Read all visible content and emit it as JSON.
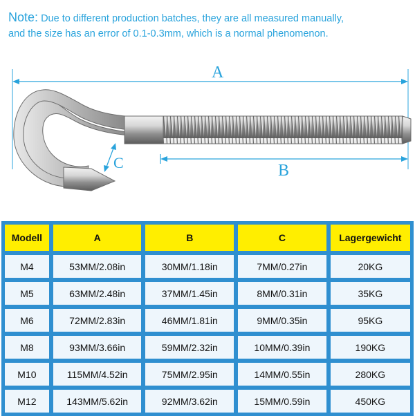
{
  "note": {
    "heading": "Note:",
    "line1": "Due to different production batches, they are all measured manually,",
    "line2": "and the size has an error of 0.1-0.3mm, which is a normal phenomenon."
  },
  "diagram": {
    "label_a": "A",
    "label_b": "B",
    "label_c": "C"
  },
  "table": {
    "headers": [
      "Modell",
      "A",
      "B",
      "C",
      "Lagergewicht"
    ],
    "rows": [
      [
        "M4",
        "53MM/2.08in",
        "30MM/1.18in",
        "7MM/0.27in",
        "20KG"
      ],
      [
        "M5",
        "63MM/2.48in",
        "37MM/1.45in",
        "8MM/0.31in",
        "35KG"
      ],
      [
        "M6",
        "72MM/2.83in",
        "46MM/1.81in",
        "9MM/0.35in",
        "95KG"
      ],
      [
        "M8",
        "93MM/3.66in",
        "59MM/2.32in",
        "10MM/0.39in",
        "190KG"
      ],
      [
        "M10",
        "115MM/4.52in",
        "75MM/2.95in",
        "14MM/0.55in",
        "280KG"
      ],
      [
        "M12",
        "143MM/5.62in",
        "92MM/3.62in",
        "15MM/0.59in",
        "450KG"
      ]
    ]
  },
  "colors": {
    "note_text": "#29a3dc",
    "header_bg": "#ffee00",
    "cell_bg": "#eef6fc",
    "grid_border": "#2f8fd0"
  }
}
